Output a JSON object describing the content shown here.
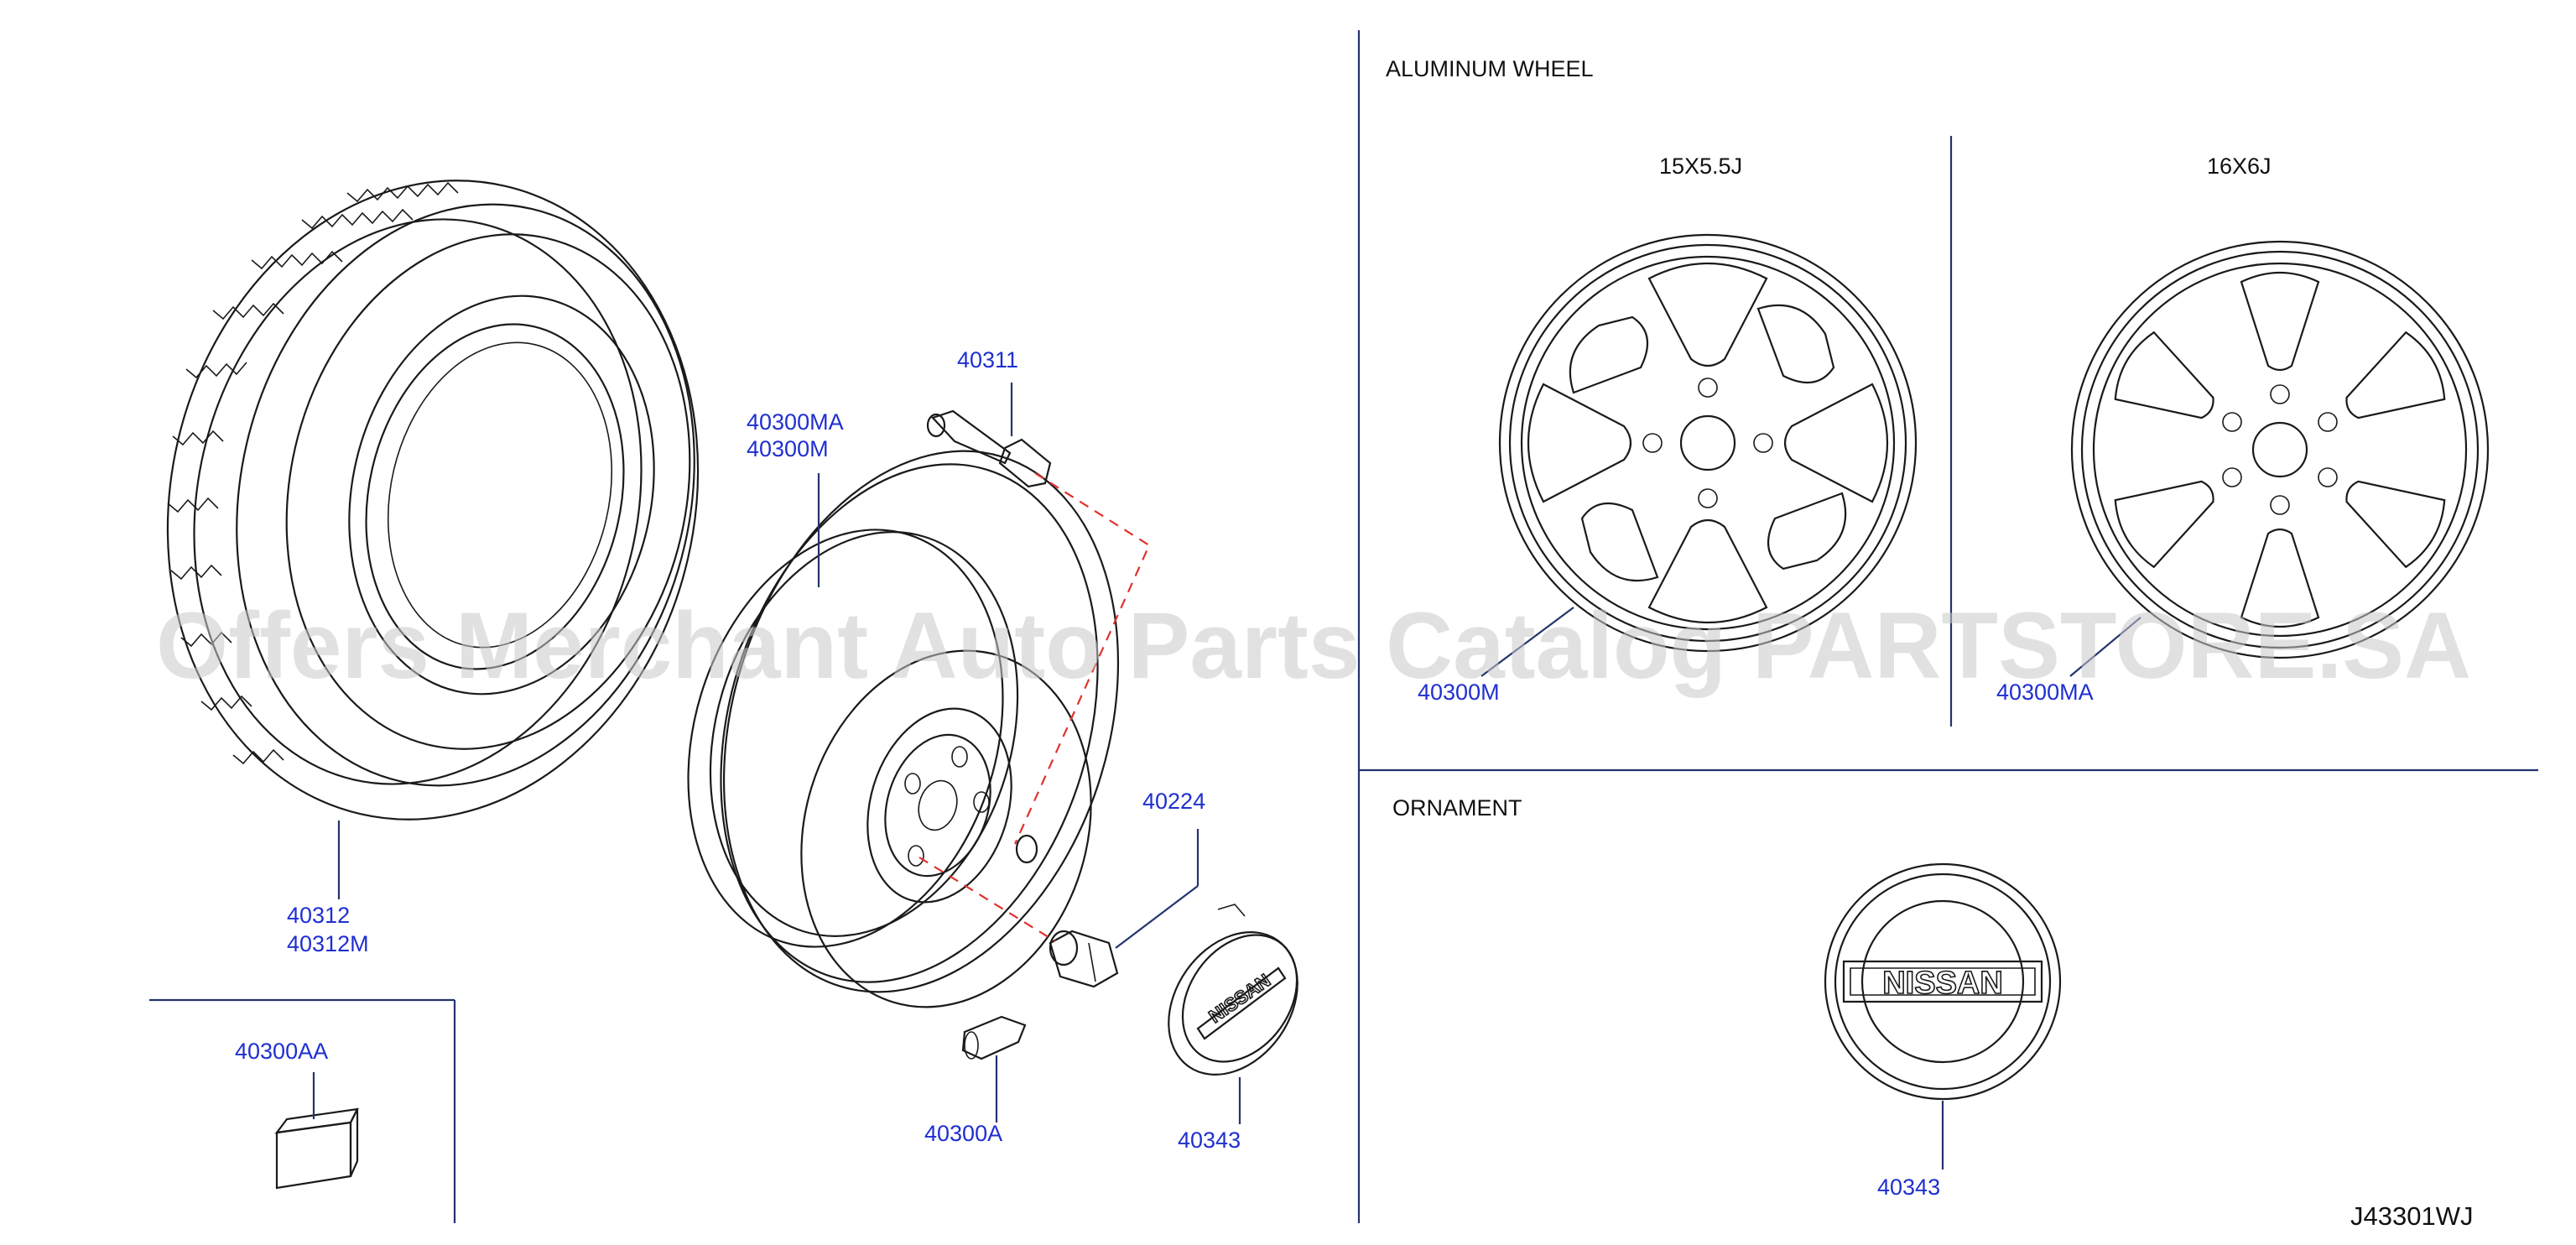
{
  "sections": {
    "aluminum_wheel": "ALUMINUM   WHEEL",
    "ornament": "ORNAMENT"
  },
  "wheel_sizes": {
    "small": "15X5.5J",
    "large": "16X6J"
  },
  "labels": {
    "valve": "40311",
    "wheel_a": "40300MA",
    "wheel_b": "40300M",
    "tire_a": "40312",
    "tire_b": "40312M",
    "nut": "40224",
    "cap": "40343",
    "weight_a": "40300A",
    "weight_aa": "40300AA",
    "alloy15": "40300M",
    "alloy16": "40300MA",
    "ornament": "40343"
  },
  "logo_text": "NISSAN",
  "watermark": "Offers Merchant Auto Parts Catalog PARTSTORE.SA",
  "diagram_ref": "J43301WJ",
  "colors": {
    "part_number": "#1f2fd0",
    "leader_line": "#23346e",
    "connector_dash": "#e0322c",
    "watermark": "#c9c9c9"
  }
}
